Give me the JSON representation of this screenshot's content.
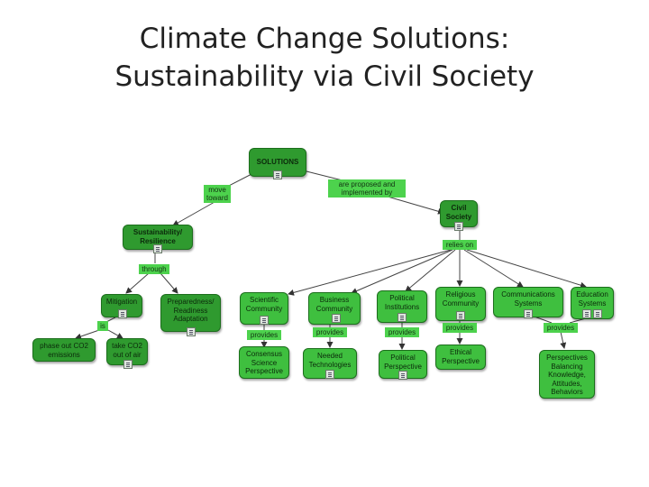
{
  "title_line1": "Climate Change Solutions:",
  "title_line2": "Sustainability via Civil Society",
  "nodes": {
    "solutions": "SOLUTIONS",
    "civil_society": "Civil Society",
    "sustainability": "Sustainability/ Resilience",
    "mitigation": "Mitigation",
    "preparedness": "Preparedness/ Readiness Adaptation",
    "phase_out": "phase out CO2 emissions",
    "take_co2": "take CO2 out of air",
    "scientific": "Scientific Community",
    "business": "Business Community",
    "political_inst": "Political Institutions",
    "religious": "Religious Community",
    "communications": "Communications Systems",
    "education": "Education Systems",
    "consensus": "Consensus Science Perspective",
    "needed_tech": "Needed Technologies",
    "political_persp": "Political Perspective",
    "ethical": "Ethical Perspective",
    "perspectives": "Perspectives Balancing Knowledge, Attitudes, Behaviors"
  },
  "links": {
    "move_toward": "move toward",
    "proposed": "are proposed and implemented by",
    "relies_on": "relies on",
    "through": "through",
    "is": "is",
    "provides": "provides"
  }
}
